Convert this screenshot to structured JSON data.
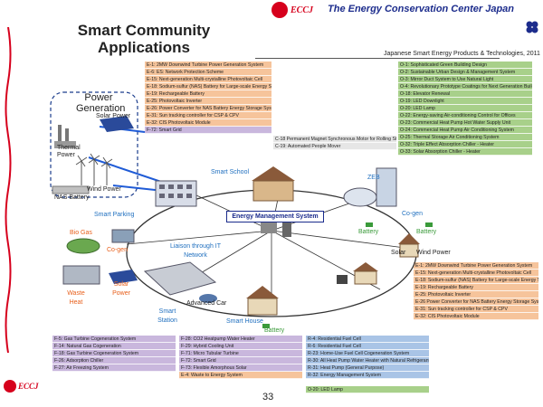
{
  "header": {
    "logo_text": "ECCJ",
    "org_title": "The Energy Conservation Center Japan"
  },
  "title": "Smart Community Applications",
  "products_title": "Japanese Smart Energy Products & Technologies, 2011",
  "orange_list": [
    "E-1: 2MW Downwind Turbine Power Generation System",
    "E-6: ES: Network Protection Scheme",
    "E-15: Next-generation Multi-crystalline Photovoltaic Cell",
    "E-18: Sodium-sulfur (NAS) Battery for Large-scale Energy Storage",
    "E-19: Rechargeable Battery",
    "E-25: Photovoltaic Inverter",
    "E-26: Power Converter for NAS Battery Energy Storage System",
    "E-31: Sun tracking controller for CSP & CPV",
    "E-32: CIS Photovoltaic Module"
  ],
  "purple_top": "F-72: Smart Grid",
  "grey_list": [
    "C-18 Permanent Magnet Synchronous Motor for Rolling Stock",
    "C-19: Automated People Mover"
  ],
  "green_list": [
    "O-1: Sophisticated Green Building Design",
    "O-2: Sustainable Urban Design & Management System",
    "O-3: Mirror Duct System to Use Natural Light",
    "O-4: Revolutionary Prototype Coatings for Next Generation Buildings",
    "O-18: Elevator Renewal",
    "O-19: LED Downlight",
    "O-20: LED Lamp",
    "O-22: Energy-saving Air-conditioning Control for Offices",
    "O-23: Commercial Heat Pump Hot Water Supply Unit",
    "O-24: Commercial Heat Pump Air Conditioning System",
    "O-25: Thermal Storage Air Conditioning System",
    "O-32: Triple Effect Absorption Chiller - Heater",
    "O-33: Solar Absorption Chiller - Heater"
  ],
  "orange_list2": [
    "E-1: 2MW Downwind Turbine Power Generation System",
    "E-15: Next-generation Multi-crystalline Photovoltaic Cell",
    "E-18: Sodium-sulfur (NAS) Battery for Large-scale Energy Storage",
    "E-19: Rechargeable Battery",
    "E-25: Photovoltaic Inverter",
    "E-26 Power Converter for NAS Battery Energy Storage System",
    "E-31: Sun tracking controller for CSP & CPV",
    "E-32: CIS Photovoltaic Module"
  ],
  "purple_bottom1": [
    "F-5: Gas Turbine Cogeneration System",
    "F-14: Natural Gas Cogeneration",
    "F-18: Gas Turbine Cogeneration System",
    "F-26: Adsorption Chiller",
    "F-27: Air Freezing System"
  ],
  "purple_bottom2": [
    "F-28: CO2 Heatpump Water Heater",
    "F-29: Hybrid Cooling Unit",
    "F-71: Micro Tubular Turbine",
    "F-72: Smart Grid",
    "F-73: Flexible Amorphous Solar"
  ],
  "orange_single": "E-4: Waste to Energy System",
  "blue_list": [
    "R-4: Residential Fuel Cell",
    "R-6: Residential Fuel Cell",
    "R-23: Home-Use Fuel Cell Cogeneration System",
    "R-30: All Heat Pump Water Heater with Natural Refrigerant",
    "R-31: Heat Pump (General Purpose)",
    "R-32: Energy Management System"
  ],
  "green_single": "O-20: LED Lamp",
  "diagram": {
    "power_generation": "Power Generation",
    "solar_power_top": "Solar Power",
    "thermal_power": "Thermal Power",
    "wind_power_left": "Wind Power",
    "nas_battery": "NAS Battery",
    "smart_school": "Smart School",
    "zeb": "ZEB",
    "smart_parking": "Smart Parking",
    "ems": "Energy Management System",
    "co_gen_right": "Co-gen",
    "battery_right1": "Battery",
    "battery_right2": "Battery",
    "bio_gas": "Bio Gas",
    "co_gen_left": "Co-gen",
    "liaison": "Liaison through IT Network",
    "solar": "Solar",
    "wind_power_right": "Wind Power",
    "waste_heat": "Waste Heat",
    "solar_power_left": "Solar Power",
    "advanced_car": "Advanced Car",
    "smart_station": "Smart Station",
    "smart_house": "Smart House",
    "battery_bottom": "Battery"
  },
  "footer": {
    "logo_text": "ECCJ",
    "page_number": "33"
  },
  "colors": {
    "accent_red": "#d6001c",
    "title_blue": "#1c2c8c"
  }
}
